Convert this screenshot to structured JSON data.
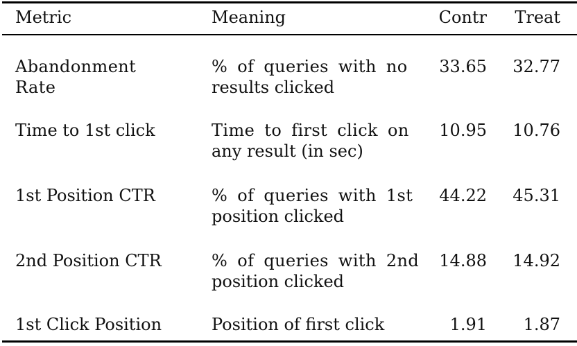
{
  "table": {
    "headers": {
      "metric": "Metric",
      "meaning": "Meaning",
      "contr": "Contr",
      "treat": "Treat"
    },
    "rows": [
      {
        "metric_l1": "Abandonment",
        "metric_l2": "Rate",
        "meaning_l1": "% of queries with no",
        "meaning_l2": "results clicked",
        "contr": "33.65",
        "treat": "32.77"
      },
      {
        "metric_l1": "Time to 1st click",
        "metric_l2": "",
        "meaning_l1": "Time to first click on",
        "meaning_l2": "any result (in sec)",
        "contr": "10.95",
        "treat": "10.76"
      },
      {
        "metric_l1": "1st Position CTR",
        "metric_l2": "",
        "meaning_l1": "% of queries with 1st",
        "meaning_l2": "position clicked",
        "contr": "44.22",
        "treat": "45.31"
      },
      {
        "metric_l1": "2nd Position CTR",
        "metric_l2": "",
        "meaning_l1": "% of queries with 2nd",
        "meaning_l2": "position clicked",
        "contr": "14.88",
        "treat": "14.92"
      },
      {
        "metric_l1": "1st Click Position",
        "metric_l2": "",
        "meaning_l1": "Position of first click",
        "meaning_l2": "",
        "contr": "1.91",
        "treat": "1.87"
      }
    ]
  }
}
